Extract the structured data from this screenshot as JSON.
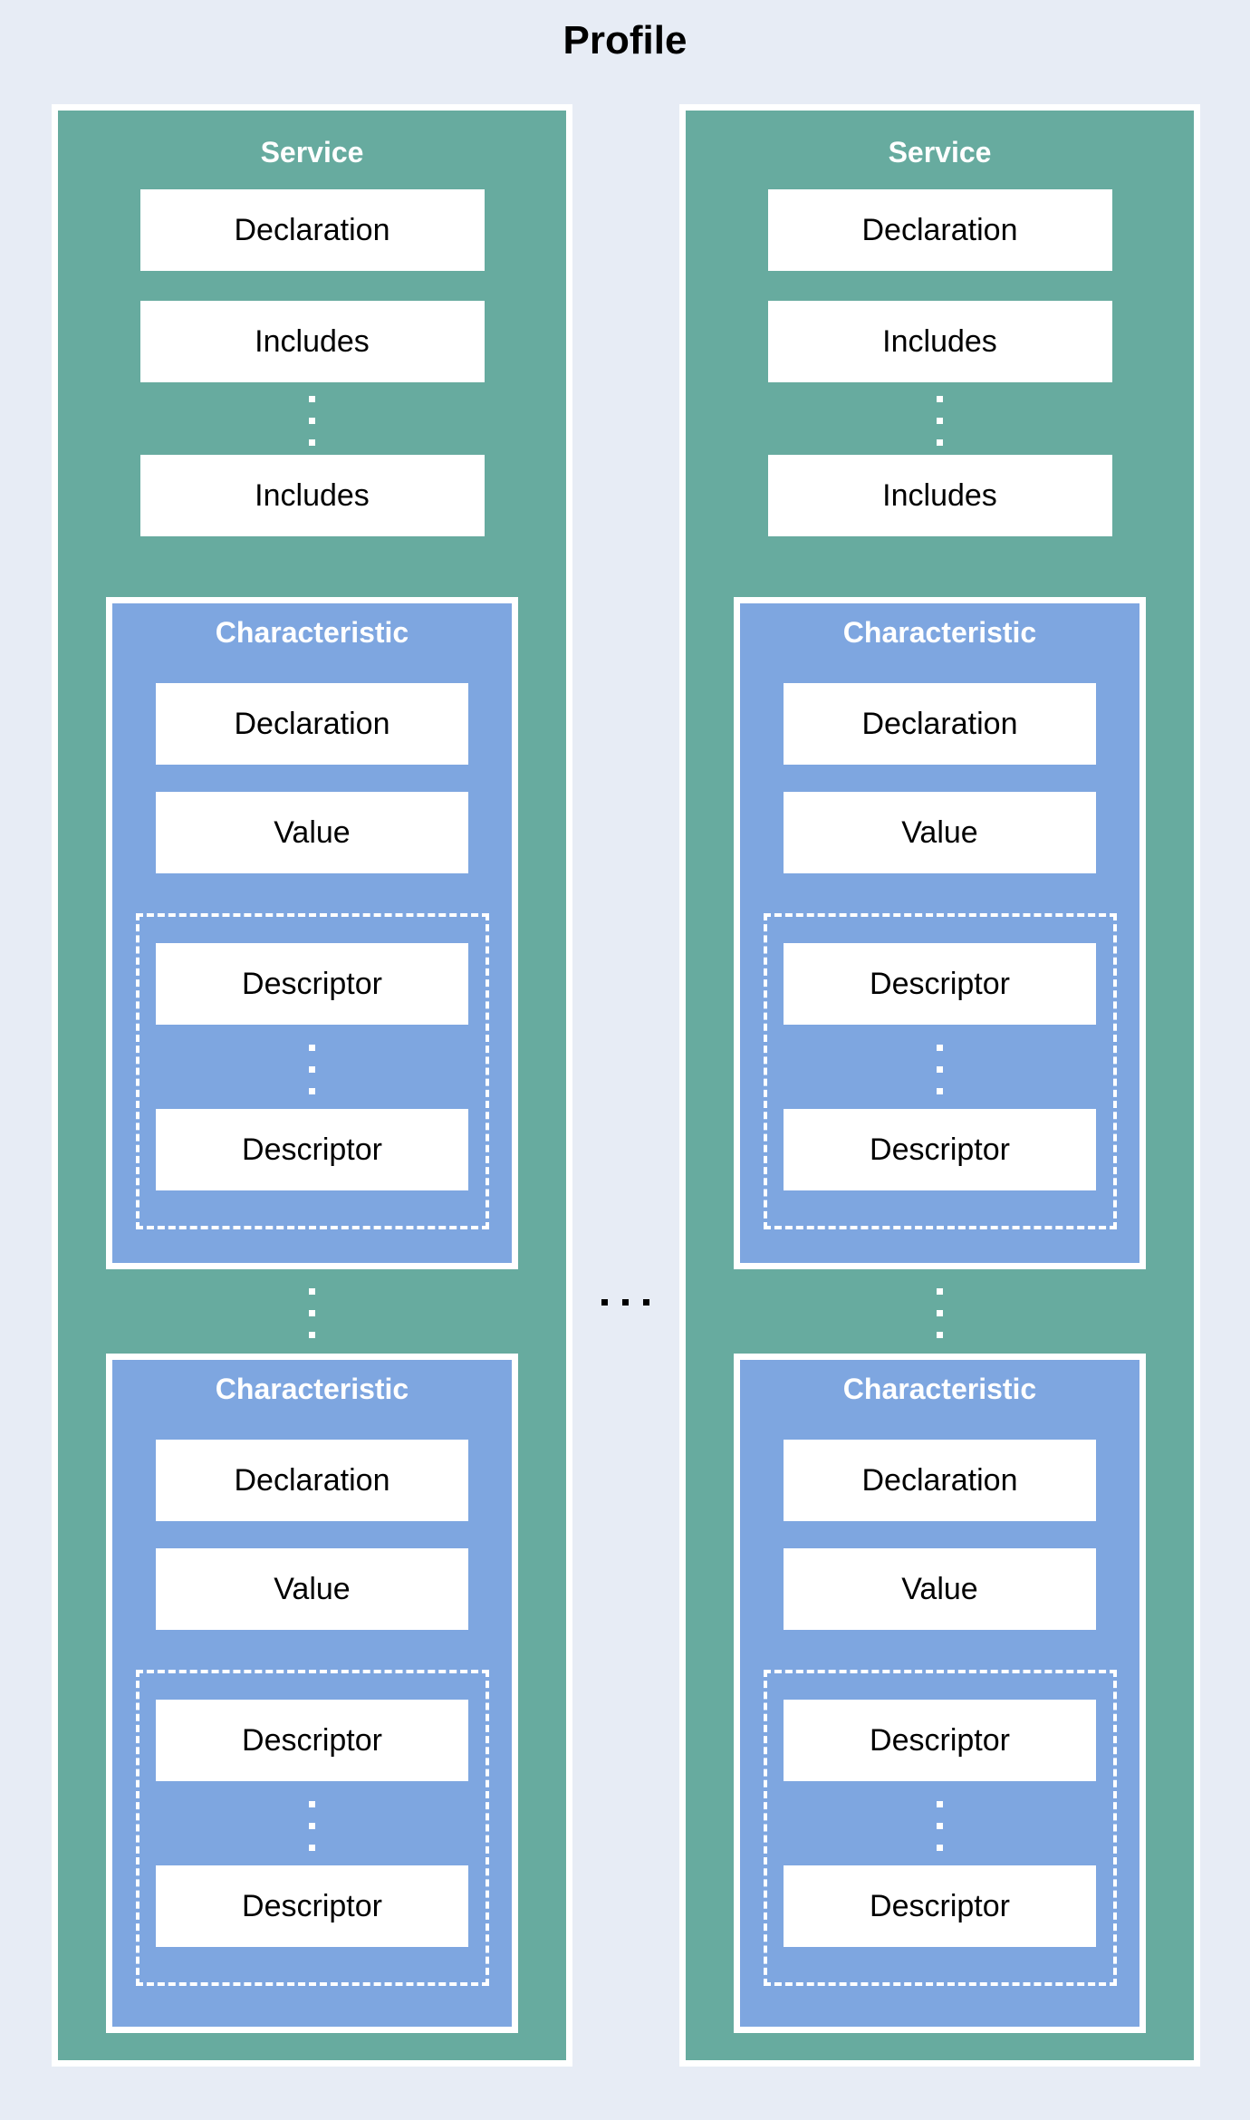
{
  "title": "Profile",
  "colors": {
    "background": "#e7ecf5",
    "service_fill": "#67ab9f",
    "characteristic_fill": "#7ea6e0",
    "box_fill": "#ffffff",
    "box_text": "#000000",
    "header_text": "#ffffff",
    "border": "#ffffff",
    "ellipsis_dots": "#000000"
  },
  "services": [
    {
      "title": "Service",
      "declaration": "Declaration",
      "includes": [
        "Includes",
        "Includes"
      ],
      "characteristics": [
        {
          "title": "Characteristic",
          "declaration": "Declaration",
          "value": "Value",
          "descriptors": [
            "Descriptor",
            "Descriptor"
          ]
        },
        {
          "title": "Characteristic",
          "declaration": "Declaration",
          "value": "Value",
          "descriptors": [
            "Descriptor",
            "Descriptor"
          ]
        }
      ]
    },
    {
      "title": "Service",
      "declaration": "Declaration",
      "includes": [
        "Includes",
        "Includes"
      ],
      "characteristics": [
        {
          "title": "Characteristic",
          "declaration": "Declaration",
          "value": "Value",
          "descriptors": [
            "Descriptor",
            "Descriptor"
          ]
        },
        {
          "title": "Characteristic",
          "declaration": "Declaration",
          "value": "Value",
          "descriptors": [
            "Descriptor",
            "Descriptor"
          ]
        }
      ]
    }
  ]
}
